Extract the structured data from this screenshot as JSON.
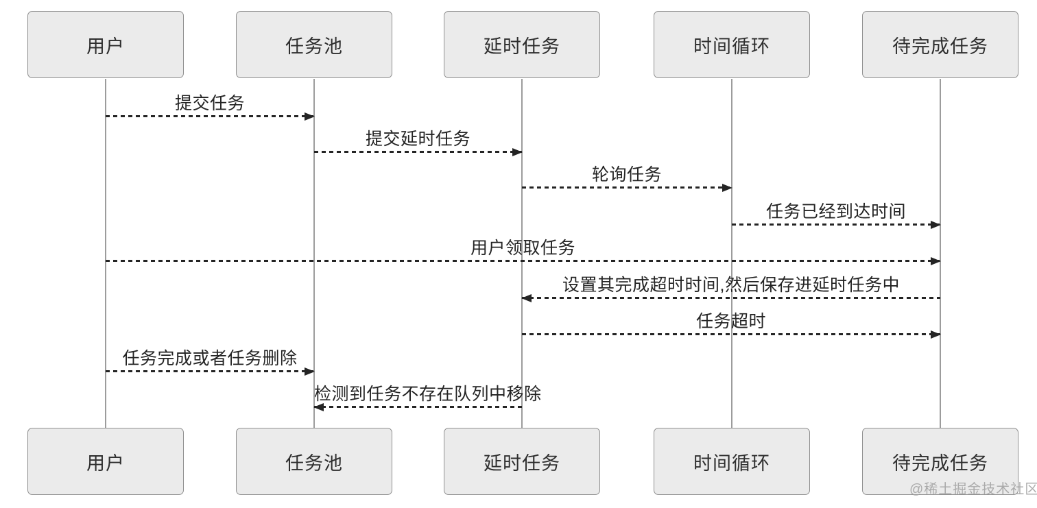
{
  "diagram": {
    "type": "sequence-diagram",
    "colors": {
      "background": "#ffffff",
      "actor_fill": "#ebebeb",
      "actor_border": "#8f8f8f",
      "lifeline": "#9c9c9c",
      "arrow": "#242424",
      "text": "#2e2e2e",
      "watermark": "#9a9a9a"
    },
    "actors": [
      {
        "label": "用户"
      },
      {
        "label": "任务池"
      },
      {
        "label": "延时任务"
      },
      {
        "label": "时间循环"
      },
      {
        "label": "待完成任务"
      }
    ],
    "messages": [
      {
        "label": "提交任务",
        "from": "用户",
        "to": "任务池",
        "style": "dashed"
      },
      {
        "label": "提交延时任务",
        "from": "任务池",
        "to": "延时任务",
        "style": "dashed"
      },
      {
        "label": "轮询任务",
        "from": "延时任务",
        "to": "时间循环",
        "style": "dashed"
      },
      {
        "label": "任务已经到达时间",
        "from": "时间循环",
        "to": "待完成任务",
        "style": "dashed"
      },
      {
        "label": "用户领取任务",
        "from": "用户",
        "to": "待完成任务",
        "style": "dashed"
      },
      {
        "label": "设置其完成超时时间,然后保存进延时任务中",
        "from": "待完成任务",
        "to": "延时任务",
        "style": "dashed"
      },
      {
        "label": "任务超时",
        "from": "延时任务",
        "to": "待完成任务",
        "style": "dashed"
      },
      {
        "label": "任务完成或者任务删除",
        "from": "用户",
        "to": "任务池",
        "style": "dashed"
      },
      {
        "label": "检测到任务不存在队列中移除",
        "from": "延时任务",
        "to": "任务池",
        "style": "dashed"
      }
    ],
    "watermark": "@稀土掘金技术社区"
  }
}
